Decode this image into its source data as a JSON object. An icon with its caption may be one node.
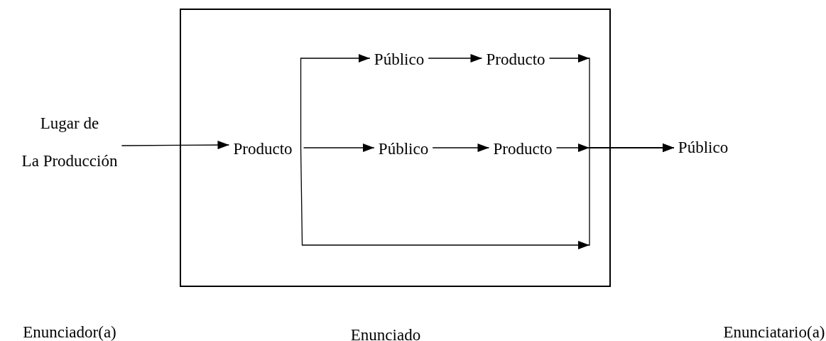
{
  "diagram": {
    "nodes": [
      {
        "text": [],
        "shape": "box"
      },
      {
        "text": [
          "Lugar de",
          "La Producción"
        ]
      },
      {
        "text": [
          "Producto"
        ],
        "in": 0
      },
      {
        "text": [
          "Público"
        ],
        "in": 0
      },
      {
        "text": [
          "Producto"
        ],
        "in": 0
      },
      {
        "text": [
          "Público"
        ],
        "in": 0
      },
      {
        "text": [
          "Producto"
        ],
        "in": 0
      },
      {
        "text": [
          "Público"
        ]
      }
    ],
    "edges": [
      {
        "from": 1,
        "to": 2,
        "arrow": "to"
      },
      {
        "from": 2,
        "to": 3,
        "arrow": "to"
      },
      {
        "from": 3,
        "to": 4,
        "arrow": "to"
      },
      {
        "from": 2,
        "to": 5,
        "arrow": "to"
      },
      {
        "from": 5,
        "to": 6,
        "arrow": "to"
      },
      {
        "from": 4,
        "to": 7,
        "arrow": "to"
      },
      {
        "from": 6,
        "to": 7,
        "arrow": "to"
      },
      {
        "from": 2,
        "to": 7,
        "arrow": "to"
      }
    ],
    "labels": [
      "Enunciador(a)",
      "Enunciado",
      "Enunciatario(a)"
    ]
  }
}
